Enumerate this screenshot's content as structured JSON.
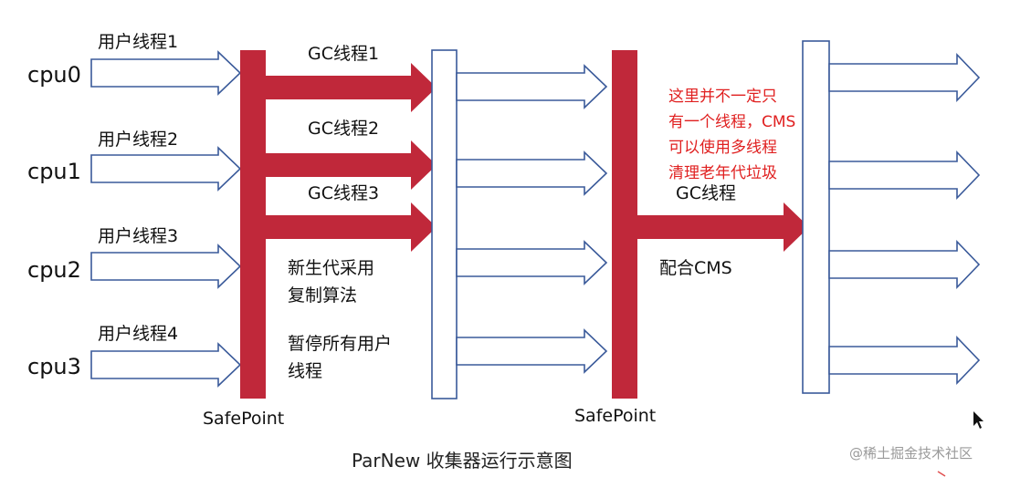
{
  "cpus": [
    "cpu0",
    "cpu1",
    "cpu2",
    "cpu3"
  ],
  "user_threads": [
    "用户线程1",
    "用户线程2",
    "用户线程3",
    "用户线程4"
  ],
  "gc_threads": [
    "GC线程1",
    "GC线程2",
    "GC线程3"
  ],
  "parnew_note": [
    "新生代采用",
    "复制算法"
  ],
  "pause_note": [
    "暂停所有用户",
    "线程"
  ],
  "safepoint_label": "SafePoint",
  "cms_gc_label": "GC线程",
  "cms_cooperate": "配合CMS",
  "cms_note": [
    "这里并不一定只",
    "有一个线程，CMS",
    "可以使用多线程",
    "清理老年代垃圾"
  ],
  "caption": "ParNew 收集器运行示意图",
  "watermark": "@稀土掘金技术社区",
  "colors": {
    "red_bar": "#c0283a",
    "outline": "#3a5a9a",
    "note_red": "#e02020"
  }
}
